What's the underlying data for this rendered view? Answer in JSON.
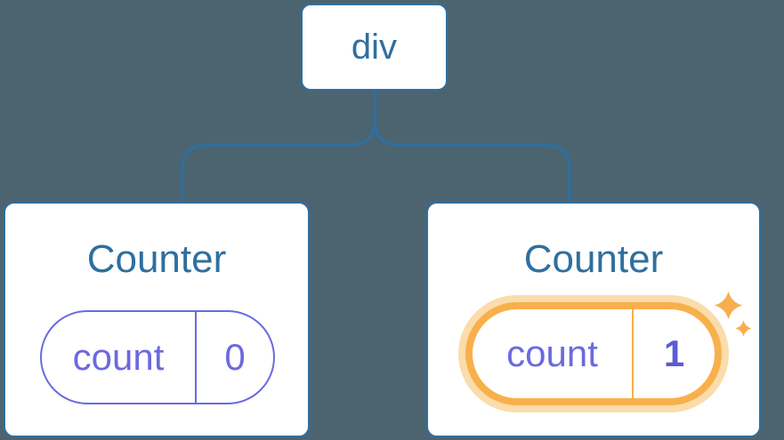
{
  "diagram": {
    "description": "React component tree with state",
    "colors": {
      "background": "#4C646F",
      "card_background": "#FFFFFF",
      "blue": "#2F6F9F",
      "purple": "#6B6ADF",
      "purple_bold": "#5B5BD6",
      "orange": "#F8B04B",
      "orange_glow": "#FBDCAB",
      "sparkle": "#F6AF4F"
    },
    "root": {
      "label": "div"
    },
    "children": [
      {
        "title": "Counter",
        "highlighted": false,
        "state": {
          "key": "count",
          "value": "0"
        }
      },
      {
        "title": "Counter",
        "highlighted": true,
        "state": {
          "key": "count",
          "value": "1"
        }
      }
    ]
  }
}
